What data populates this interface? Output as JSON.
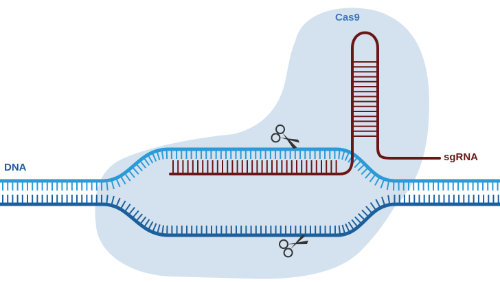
{
  "labels": {
    "cas9": "Cas9",
    "dna": "DNA",
    "sgrna": "sgRNA"
  },
  "colors": {
    "cas9_blob": "#d3e2ee",
    "cas9_text": "#3e78b8",
    "dna_label": "#1f5a97",
    "dna_top_strand": "#2a9ad8",
    "dna_bottom_strand": "#1c5f9c",
    "sgrna": "#6b1616"
  },
  "icons": {
    "cut_top": "scissors-icon",
    "cut_bottom": "scissors-icon"
  }
}
